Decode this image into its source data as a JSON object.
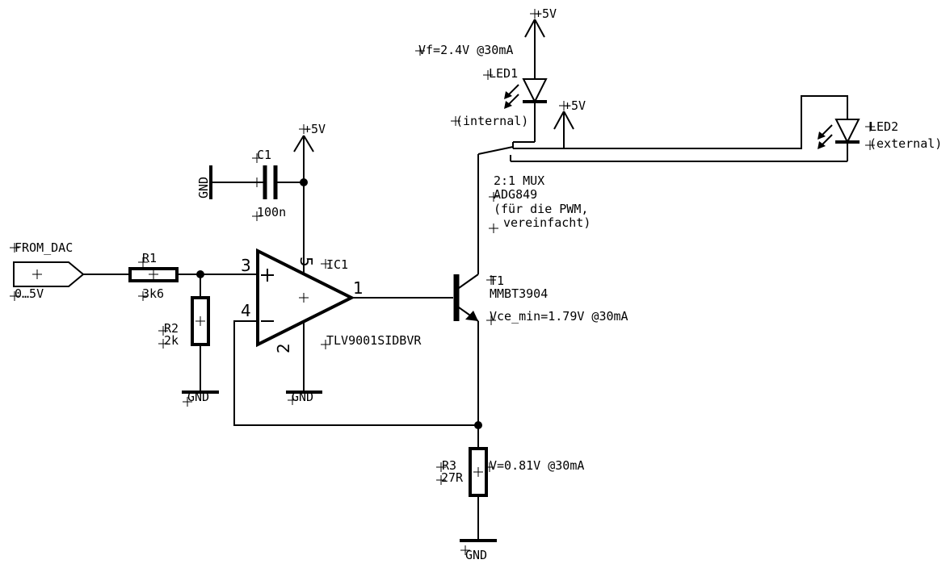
{
  "labels": {
    "supply": "+5V",
    "gnd": "GND",
    "input_port": "FROM_DAC",
    "input_range": "0…5V",
    "r1_name": "R1",
    "r1_value": "3k6",
    "r2_name": "R2",
    "r2_value": "2k",
    "r3_name": "R3",
    "r3_value": "27R",
    "c1_name": "C1",
    "c1_value": "100n",
    "ic1_name": "IC1",
    "ic1_part": "TLV9001SIDBVR",
    "pin_1": "1",
    "pin_2": "2",
    "pin_3": "3",
    "pin_4": "4",
    "pin_5": "5",
    "t1_name": "T1",
    "t1_part": "MMBT3904",
    "vce_note": "Vce_min=1.79V @30mA",
    "v_r3_note": "V=0.81V @30mA",
    "led1_name": "LED1",
    "led1_note": "(internal)",
    "vf_note": "Vf=2.4V @30mA",
    "led2_name": "LED2",
    "led2_note": "(external)",
    "mux_line1": "2:1 MUX",
    "mux_line2": "ADG849",
    "mux_line3": "(für die PWM,",
    "mux_line4": "vereinfacht)"
  }
}
